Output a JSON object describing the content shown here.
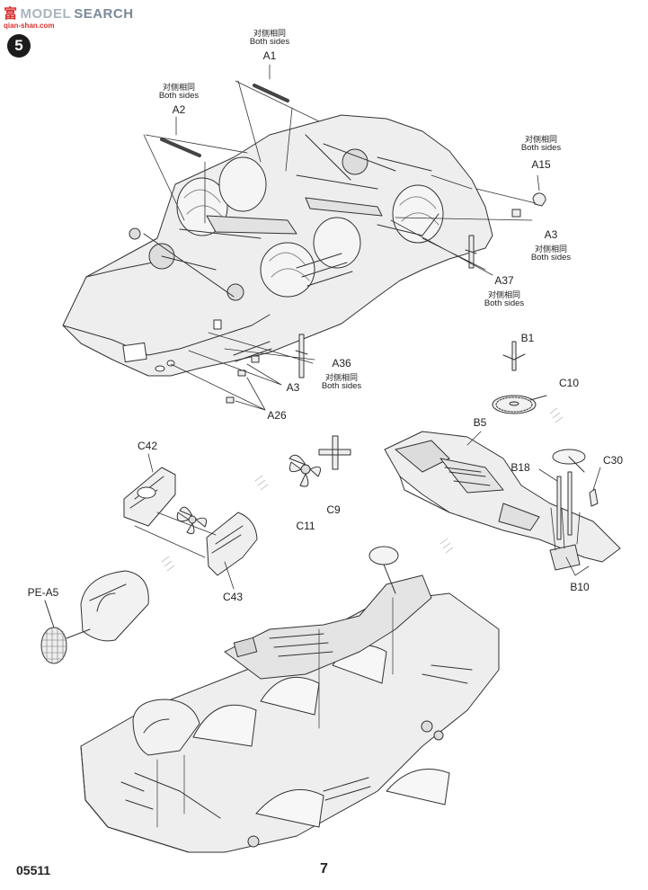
{
  "watermark": {
    "brand_hl": "富",
    "brand": "SEARCH",
    "brand_mid": "MODEL",
    "url": "qian-shan.com"
  },
  "step_number": "5",
  "callouts": {
    "a1": {
      "cn": "对侧相同",
      "en": "Both sides",
      "part": "A1"
    },
    "a2": {
      "cn": "对侧相同",
      "en": "Both sides",
      "part": "A2"
    },
    "a15": {
      "cn": "对侧相同",
      "en": "Both sides",
      "part": "A15"
    },
    "a3_right": {
      "part": "A3",
      "cn": "对侧相同",
      "en": "Both sides"
    },
    "a37": {
      "part": "A37",
      "cn": "对侧相同",
      "en": "Both sides"
    },
    "a36": {
      "part": "A36",
      "cn": "对侧相同",
      "en": "Both sides"
    },
    "a3_left": {
      "part": "A3"
    },
    "a26": {
      "part": "A26"
    },
    "b1": "B1",
    "c10": "C10",
    "b5": "B5",
    "b18": "B18",
    "c30": "C30",
    "b10": "B10",
    "c42": "C42",
    "c43": "C43",
    "c9": "C9",
    "c11": "C11",
    "pe_a5": "PE-A5"
  },
  "footer": {
    "code": "05511",
    "page": "7"
  },
  "colors": {
    "line": "#333333",
    "fill": "#e9e9e9",
    "shade": "#bdbdbd",
    "step_bg": "#1c1c1c",
    "wm_red": "#d92f2f"
  }
}
